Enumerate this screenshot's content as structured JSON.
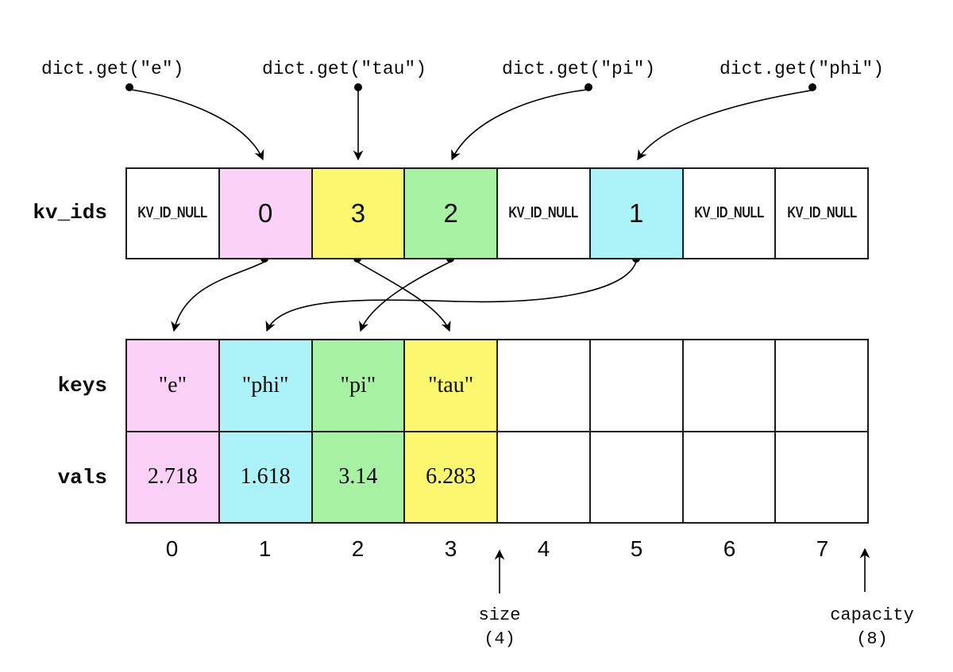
{
  "queries": [
    {
      "label": "dict.get(\"e\")"
    },
    {
      "label": "dict.get(\"tau\")"
    },
    {
      "label": "dict.get(\"pi\")"
    },
    {
      "label": "dict.get(\"phi\")"
    }
  ],
  "arrays": {
    "kv_ids": {
      "label": "kv_ids",
      "cells": [
        {
          "text": "KV_ID_NULL",
          "color": "white"
        },
        {
          "text": "0",
          "color": "pink"
        },
        {
          "text": "3",
          "color": "yellow"
        },
        {
          "text": "2",
          "color": "green"
        },
        {
          "text": "KV_ID_NULL",
          "color": "white"
        },
        {
          "text": "1",
          "color": "cyan"
        },
        {
          "text": "KV_ID_NULL",
          "color": "white"
        },
        {
          "text": "KV_ID_NULL",
          "color": "white"
        }
      ]
    },
    "keys": {
      "label": "keys",
      "cells": [
        {
          "text": "\"e\"",
          "color": "pink"
        },
        {
          "text": "\"phi\"",
          "color": "cyan"
        },
        {
          "text": "\"pi\"",
          "color": "green"
        },
        {
          "text": "\"tau\"",
          "color": "yellow"
        },
        {
          "text": "",
          "color": "white"
        },
        {
          "text": "",
          "color": "white"
        },
        {
          "text": "",
          "color": "white"
        },
        {
          "text": "",
          "color": "white"
        }
      ]
    },
    "vals": {
      "label": "vals",
      "cells": [
        {
          "text": "2.718",
          "color": "pink"
        },
        {
          "text": "1.618",
          "color": "cyan"
        },
        {
          "text": "3.14",
          "color": "green"
        },
        {
          "text": "6.283",
          "color": "yellow"
        },
        {
          "text": "",
          "color": "white"
        },
        {
          "text": "",
          "color": "white"
        },
        {
          "text": "",
          "color": "white"
        },
        {
          "text": "",
          "color": "white"
        }
      ]
    }
  },
  "indices": [
    "0",
    "1",
    "2",
    "3",
    "4",
    "5",
    "6",
    "7"
  ],
  "size_marker": {
    "label": "size",
    "value": "(4)"
  },
  "capacity_marker": {
    "label": "capacity",
    "value": "(8)"
  },
  "colors": {
    "white": "#FFFFFF",
    "pink": "#FBD1F7",
    "yellow": "#FBF76E",
    "green": "#A6F1A2",
    "cyan": "#ABF3F8",
    "line": "#000000"
  }
}
